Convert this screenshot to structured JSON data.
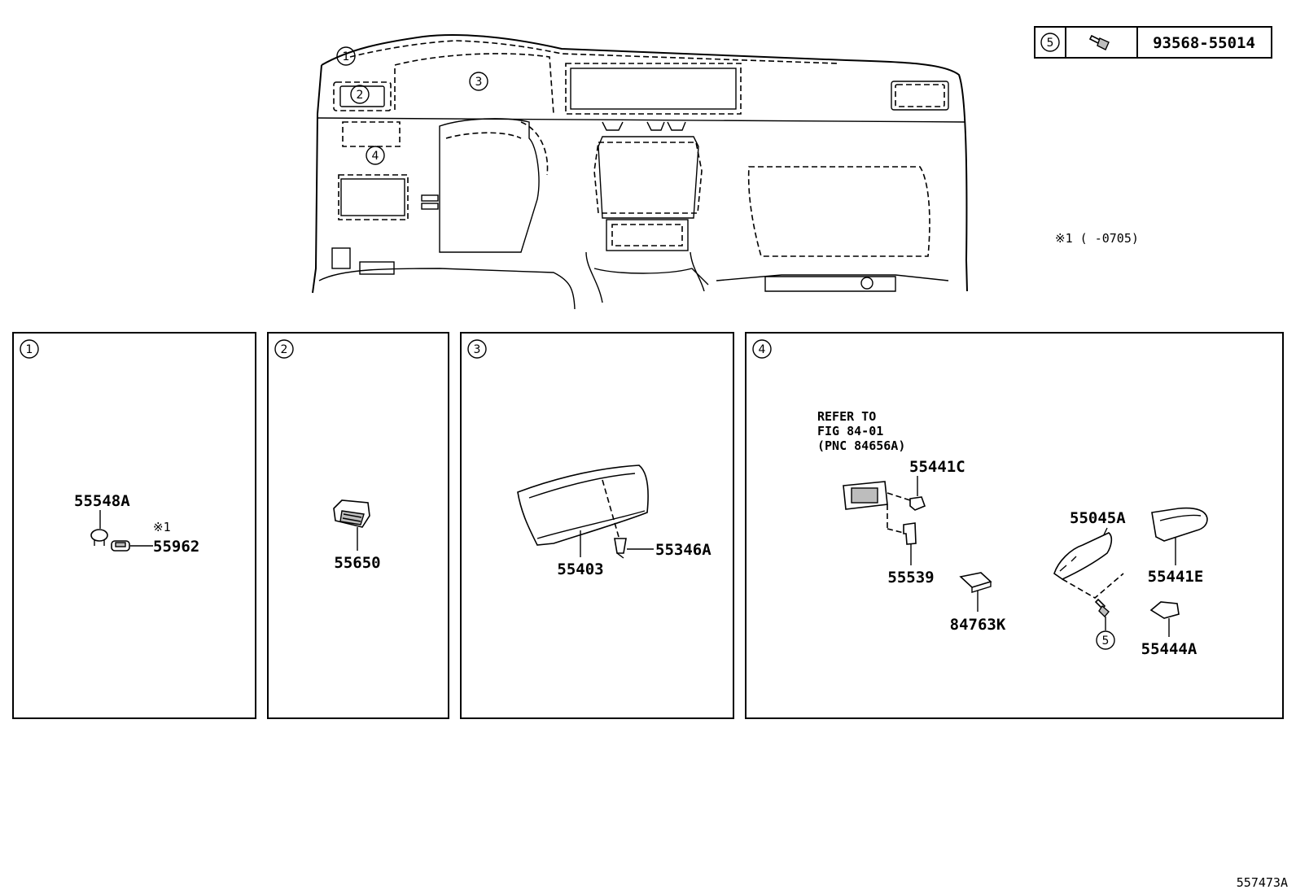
{
  "fastener_table": {
    "callout": "5",
    "part_number": "93568-55014"
  },
  "overview": {
    "callouts": [
      "1",
      "2",
      "3",
      "4"
    ],
    "note": "※1 ( -0705)"
  },
  "panels": [
    {
      "callout": "1",
      "parts": {
        "p1": "55548A",
        "p2": "55962",
        "note": "※1"
      }
    },
    {
      "callout": "2",
      "parts": {
        "p1": "55650"
      }
    },
    {
      "callout": "3",
      "parts": {
        "p1": "55403",
        "p2": "55346A"
      }
    },
    {
      "callout": "4",
      "reference": [
        "REFER TO",
        "FIG 84-01",
        "(PNC 84656A)"
      ],
      "parts": {
        "p1": "55441C",
        "p2": "55539",
        "p3": "84763K",
        "p4": "55045A",
        "p5": "55441E",
        "p6": "55444A",
        "screw_callout": "5"
      }
    }
  ],
  "illustration_id": "557473A"
}
